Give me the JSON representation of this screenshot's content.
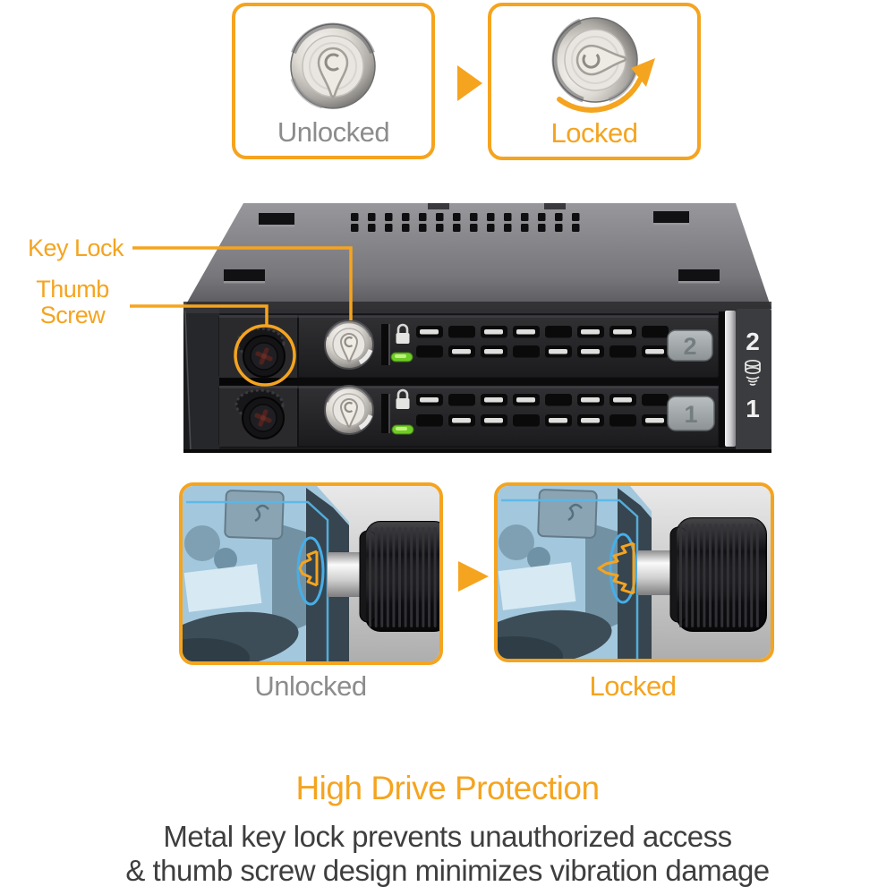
{
  "colors": {
    "accent_orange": "#F5A41F",
    "unlocked_gray": "#8C8C8C",
    "led_green": "#76D22F",
    "footer_text": "#3E3E3E",
    "highlight_blue": "#58B7E8"
  },
  "top_comparison": {
    "unlocked_label": "Unlocked",
    "locked_label": "Locked"
  },
  "callouts": {
    "key_lock": "Key Lock",
    "thumb_line1": "Thumb",
    "thumb_line2": "Screw"
  },
  "device": {
    "slot_top_number": "2",
    "slot_bottom_number": "1",
    "tab_top_number": "2",
    "tab_bottom_number": "1"
  },
  "bottom_comparison": {
    "unlocked_label": "Unlocked",
    "locked_label": "Locked"
  },
  "footer": {
    "title": "High Drive Protection",
    "line1": "Metal key lock prevents unauthorized access",
    "line2": "& thumb screw design minimizes vibration damage"
  }
}
